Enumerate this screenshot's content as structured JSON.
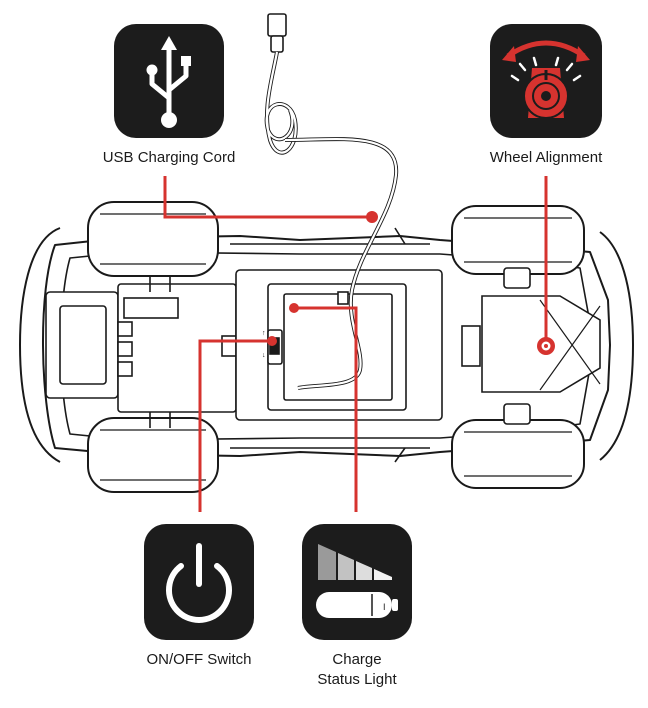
{
  "callouts": {
    "usb": {
      "label": "USB Charging Cord",
      "icon": "usb-icon"
    },
    "wheel": {
      "label": "Wheel Alignment",
      "icon": "wheel-alignment-dial-icon"
    },
    "power": {
      "label": "ON/OFF Switch",
      "icon": "power-icon"
    },
    "charge": {
      "line1": "Charge",
      "line2": "Status Light",
      "icon": "battery-charge-icon"
    }
  },
  "colors": {
    "callout_line": "#d6332f",
    "icon_tile": "#1c1c1c",
    "outline": "#1a1a1a",
    "dial_red": "#d6332f"
  }
}
